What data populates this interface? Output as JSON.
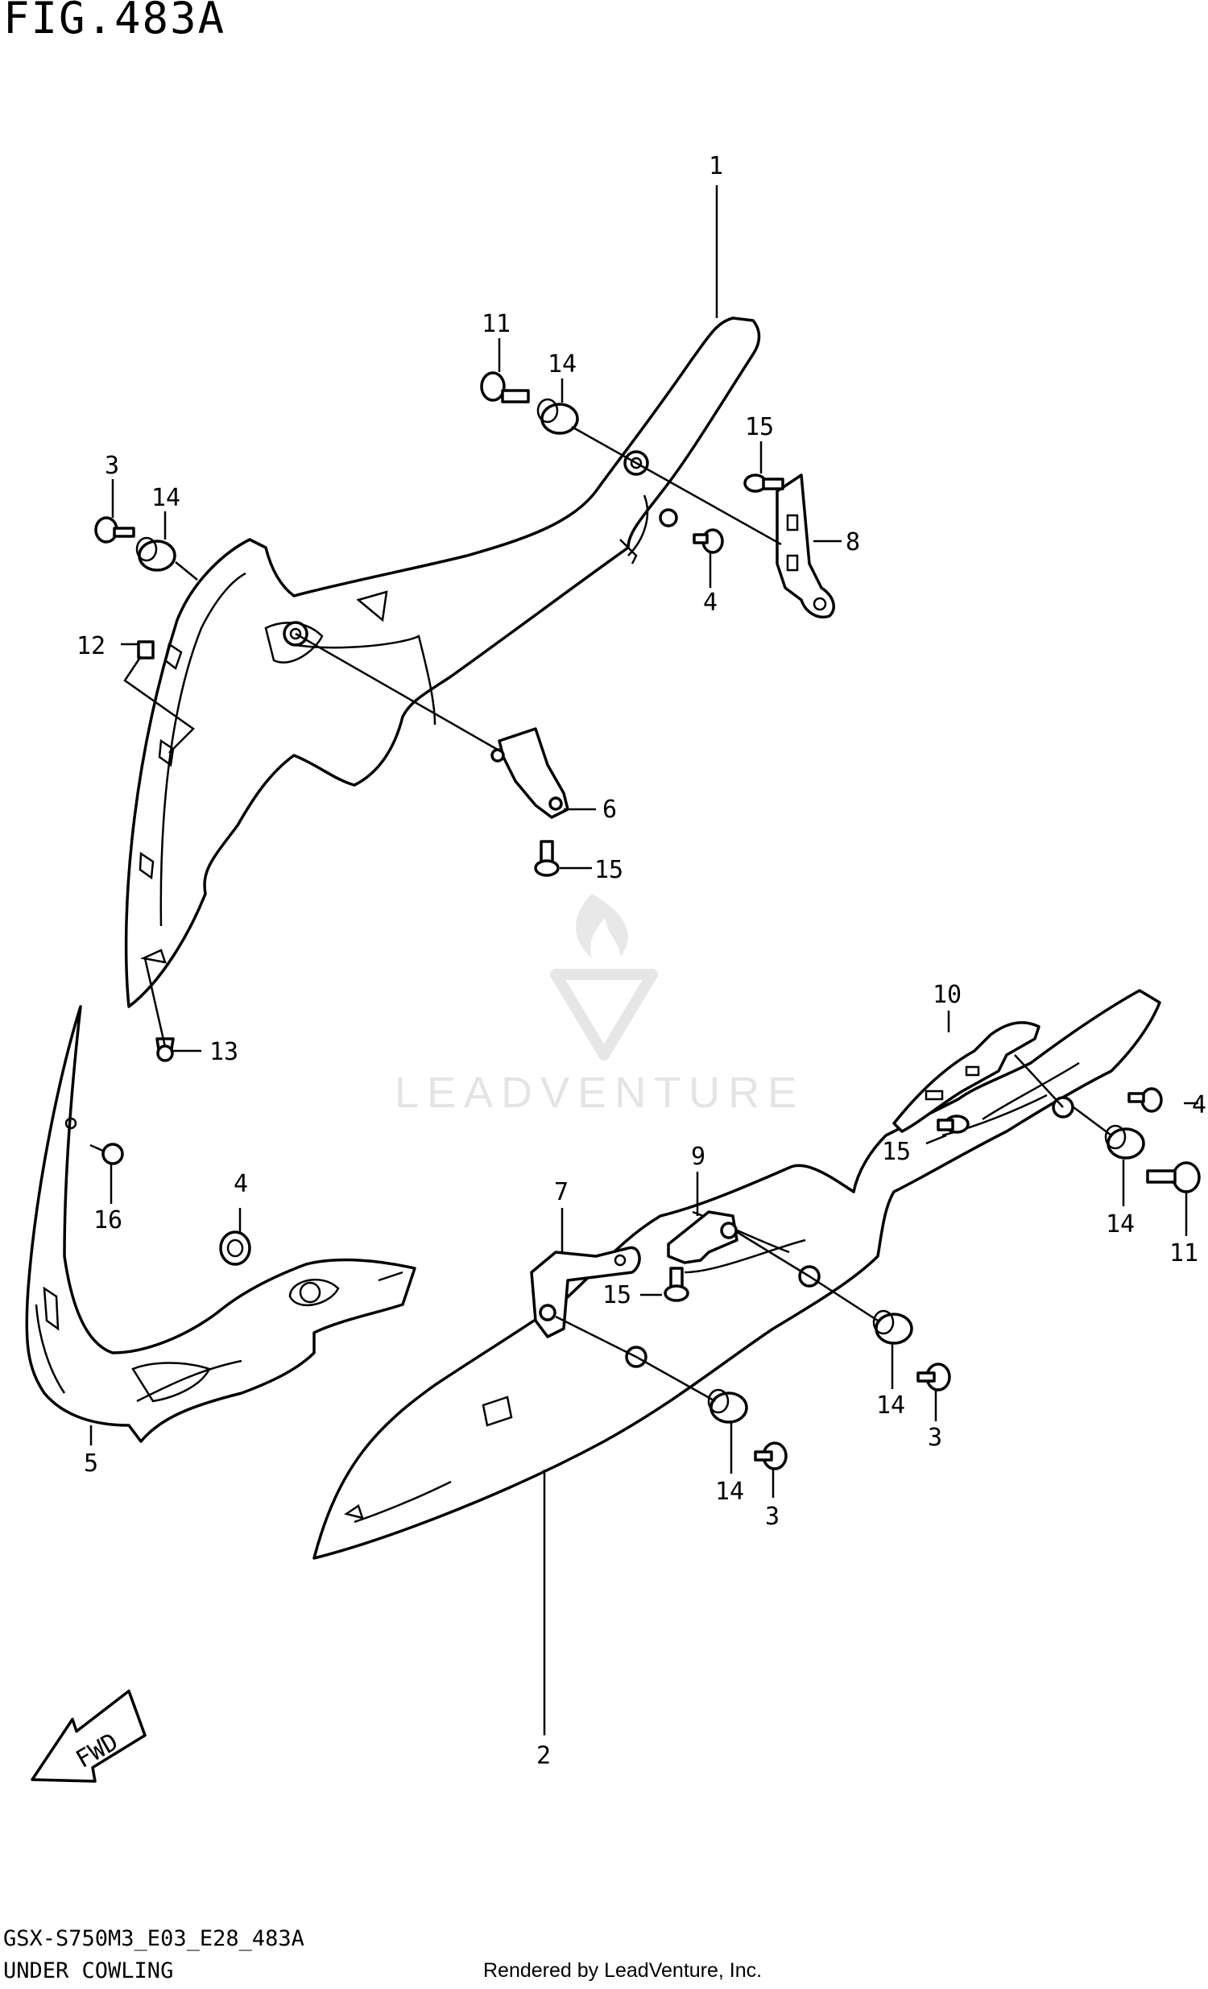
{
  "figure_title": "FIG.483A",
  "model_code": "GSX-S750M3_E03_E28_483A",
  "section_name": "UNDER COWLING",
  "rendered_by": "Rendered by LeadVenture, Inc.",
  "watermark": "LEADVENTURE",
  "fwd_label": "FWD",
  "callouts": {
    "c1": "1",
    "c2": "2",
    "c3a": "3",
    "c3b": "3",
    "c3c": "3",
    "c4a": "4",
    "c4b": "4",
    "c4c": "4",
    "c5": "5",
    "c6": "6",
    "c7": "7",
    "c8": "8",
    "c9": "9",
    "c10": "10",
    "c11a": "11",
    "c11b": "11",
    "c12": "12",
    "c13": "13",
    "c14a": "14",
    "c14b": "14",
    "c14c": "14",
    "c14d": "14",
    "c14e": "14",
    "c15a": "15",
    "c15b": "15",
    "c15c": "15",
    "c15d": "15",
    "c16": "16"
  },
  "colors": {
    "ink": "#000000",
    "paper": "#ffffff",
    "watermark": "#e4e4e4"
  }
}
